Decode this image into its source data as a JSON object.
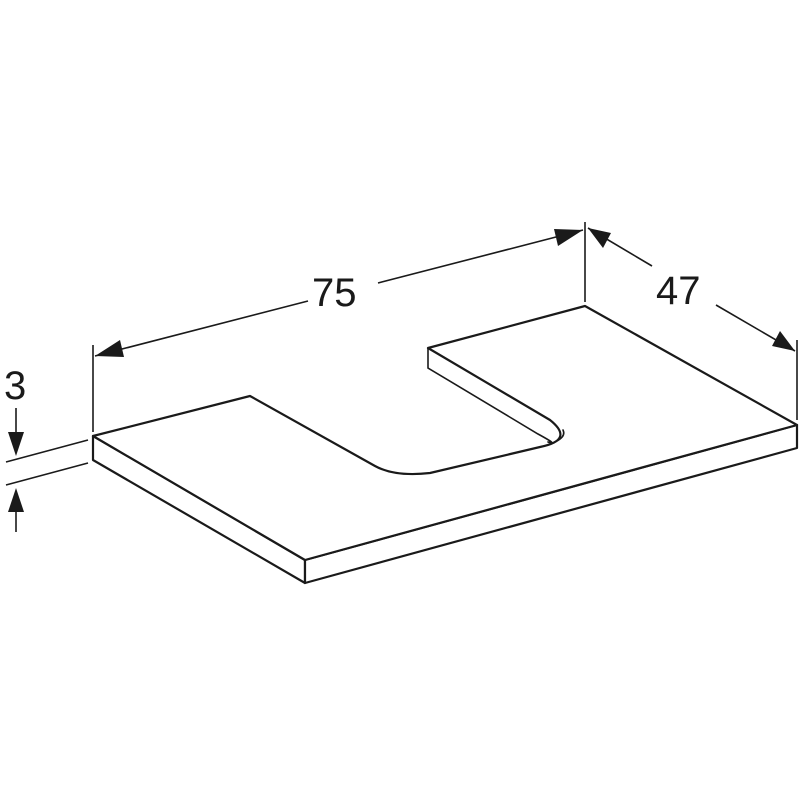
{
  "dimensions": {
    "width": "75",
    "depth": "47",
    "thickness": "3"
  },
  "colors": {
    "line": "#1a1a1a",
    "background": "#ffffff"
  }
}
